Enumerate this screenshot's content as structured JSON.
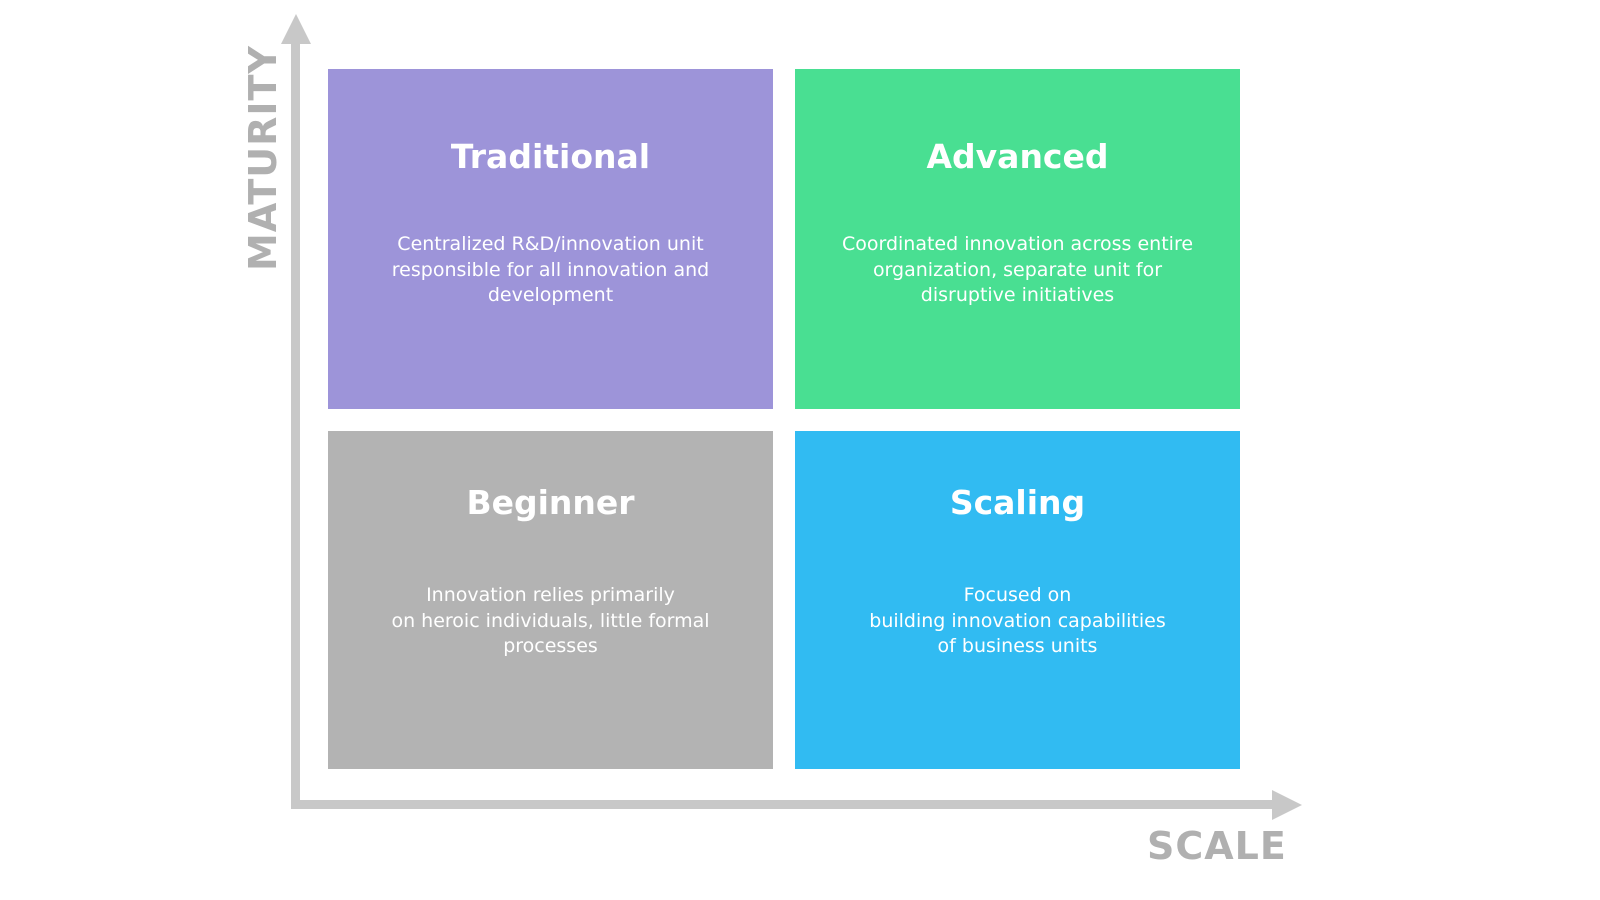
{
  "axes": {
    "y_label": "MATURITY",
    "x_label": "SCALE",
    "color": "#c8c8c8",
    "label_color": "#b0b0b0"
  },
  "quadrants": {
    "top_left": {
      "title": "Traditional",
      "description": "Centralized R&D/innovation unit\nresponsible for all innovation and\ndevelopment",
      "color": "#9d94d9"
    },
    "top_right": {
      "title": "Advanced",
      "description": "Coordinated innovation across entire\norganization, separate unit for\ndisruptive initiatives",
      "color": "#49df92"
    },
    "bottom_left": {
      "title": "Beginner",
      "description": "Innovation relies primarily\non heroic individuals, little formal\nprocesses",
      "color": "#b3b3b3"
    },
    "bottom_right": {
      "title": "Scaling",
      "description": "Focused on\nbuilding innovation capabilities\nof business units",
      "color": "#31bbf2"
    }
  }
}
